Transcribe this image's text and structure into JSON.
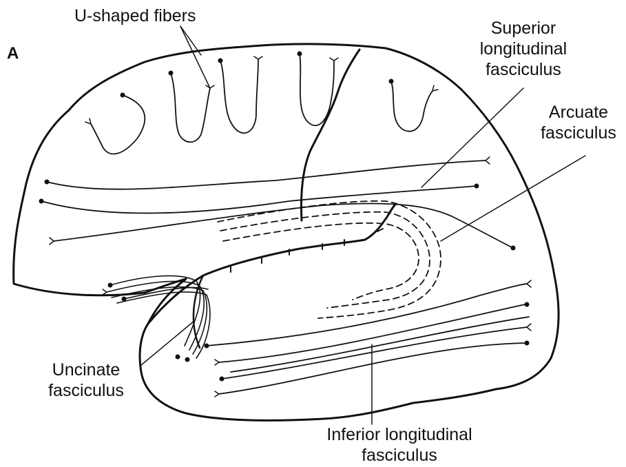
{
  "panel_letter": "A",
  "labels": {
    "u_shaped": "U-shaped fibers",
    "slf_1": "Superior",
    "slf_2": "longitudinal",
    "slf_3": "fasciculus",
    "arcuate_1": "Arcuate",
    "arcuate_2": "fasciculus",
    "uncinate_1": "Uncinate",
    "uncinate_2": "fasciculus",
    "ilf_1": "Inferior longitudinal",
    "ilf_2": "fasciculus"
  },
  "colors": {
    "ink": "#111111",
    "background": "#ffffff"
  }
}
